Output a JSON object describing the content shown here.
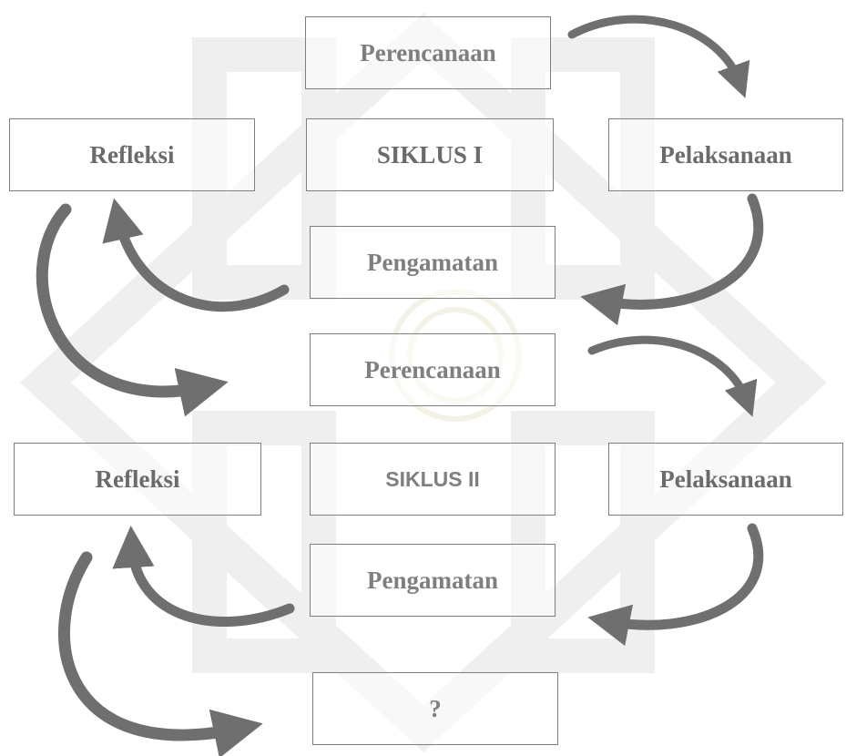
{
  "diagram": {
    "cycle1": {
      "planning": "Perencanaan",
      "acting": "Pelaksanaan",
      "observing": "Pengamatan",
      "reflecting": "Refleksi",
      "center": "SIKLUS I"
    },
    "cycle2": {
      "planning": "Perencanaan",
      "acting": "Pelaksanaan",
      "observing": "Pengamatan",
      "reflecting": "Refleksi",
      "center": "SIKLUS II"
    },
    "next": "?"
  },
  "colors": {
    "box_border": "#7f7f7f",
    "text": "#7f7f7f",
    "arrow_fill": "#6f6f6f",
    "watermark": "#ececec"
  }
}
